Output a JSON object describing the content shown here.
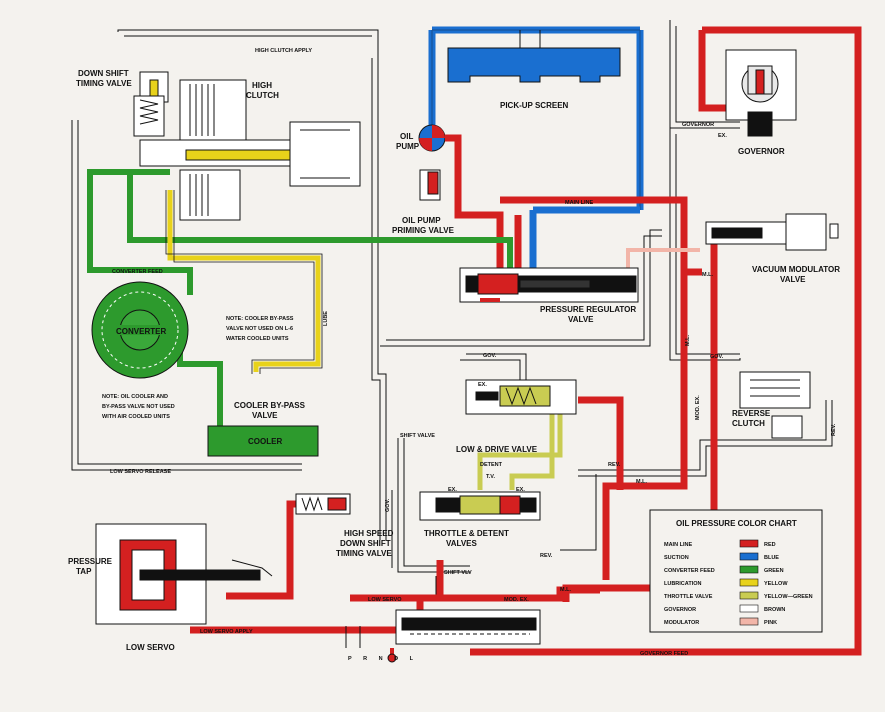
{
  "colors": {
    "main_line": "#d42020",
    "suction": "#1a6fd0",
    "converter_feed": "#2d9a2d",
    "lubrication": "#e8d21a",
    "throttle_valve": "#c9cc52",
    "governor": "#ffffff",
    "modulator": "#f2b5a8",
    "outline": "#111111",
    "page": "#f4f2ee"
  },
  "labels": {
    "down_shift_timing_valve_1": "DOWN SHIFT",
    "down_shift_timing_valve_2": "TIMING VALVE",
    "high_clutch_1": "HIGH",
    "high_clutch_2": "CLUTCH",
    "high_clutch_apply": "HIGH CLUTCH APPLY",
    "pick_up_screen": "PICK-UP SCREEN",
    "oil_pump_1": "OIL",
    "oil_pump_2": "PUMP",
    "governor": "GOVERNOR",
    "governor_line": "GOVERNOR",
    "ex": "EX.",
    "main_line": "MAIN LINE",
    "oil_pump_priming_1": "OIL PUMP",
    "oil_pump_priming_2": "PRIMING VALVE",
    "converter_feed": "CONVERTER FEED",
    "converter": "CONVERTER",
    "note_bypass_1": "NOTE: COOLER BY-PASS",
    "note_bypass_2": "VALVE NOT USED ON L-6",
    "note_bypass_3": "WATER COOLED UNITS",
    "lube": "LUBE",
    "pressure_regulator_1": "PRESSURE REGULATOR",
    "pressure_regulator_2": "VALVE",
    "vacuum_modulator_1": "VACUUM MODULATOR",
    "vacuum_modulator_2": "VALVE",
    "ml": "M.L.",
    "gov": "GOV.",
    "mod_ex": "MOD. EX.",
    "note_oil_cooler_1": "NOTE: OIL COOLER AND",
    "note_oil_cooler_2": "BY-PASS VALVE NOT USED",
    "note_oil_cooler_3": "WITH AIR COOLED UNITS",
    "cooler_bypass_1": "COOLER BY-PASS",
    "cooler_bypass_2": "VALVE",
    "cooler": "COOLER",
    "low_drive_valve": "LOW & DRIVE VALVE",
    "reverse_clutch_1": "REVERSE",
    "reverse_clutch_2": "CLUTCH",
    "shift_valve": "SHIFT VALVE",
    "detent": "DETENT",
    "tv": "T.V.",
    "rev": "REV.",
    "low_servo_release": "LOW SERVO RELEASE",
    "high_speed_1": "HIGH SPEED",
    "high_speed_2": "DOWN SHIFT",
    "high_speed_3": "TIMING VALVE",
    "throttle_detent_1": "THROTTLE & DETENT",
    "throttle_detent_2": "VALVES",
    "pressure_tap_1": "PRESSURE",
    "pressure_tap_2": "TAP",
    "shift_vlv": "SHIFT VLV",
    "low_servo": "LOW SERVO",
    "low_servo_apply": "LOW SERVO APPLY",
    "low_servo_title": "LOW SERVO",
    "governor_feed": "GOVERNOR FEED",
    "gear_letters": "P R N D L"
  },
  "legend": {
    "title": "OIL PRESSURE COLOR CHART",
    "items": [
      {
        "name": "MAIN LINE",
        "color_name": "RED",
        "swatch": "#d42020"
      },
      {
        "name": "SUCTION",
        "color_name": "BLUE",
        "swatch": "#1a6fd0"
      },
      {
        "name": "CONVERTER FEED",
        "color_name": "GREEN",
        "swatch": "#2d9a2d"
      },
      {
        "name": "LUBRICATION",
        "color_name": "YELLOW",
        "swatch": "#e8d21a"
      },
      {
        "name": "THROTTLE VALVE",
        "color_name": "YELLOW—GREEN",
        "swatch": "#c9cc52"
      },
      {
        "name": "GOVERNOR",
        "color_name": "BROWN",
        "swatch": "#ffffff"
      },
      {
        "name": "MODULATOR",
        "color_name": "PINK",
        "swatch": "#f2b5a8"
      }
    ]
  }
}
